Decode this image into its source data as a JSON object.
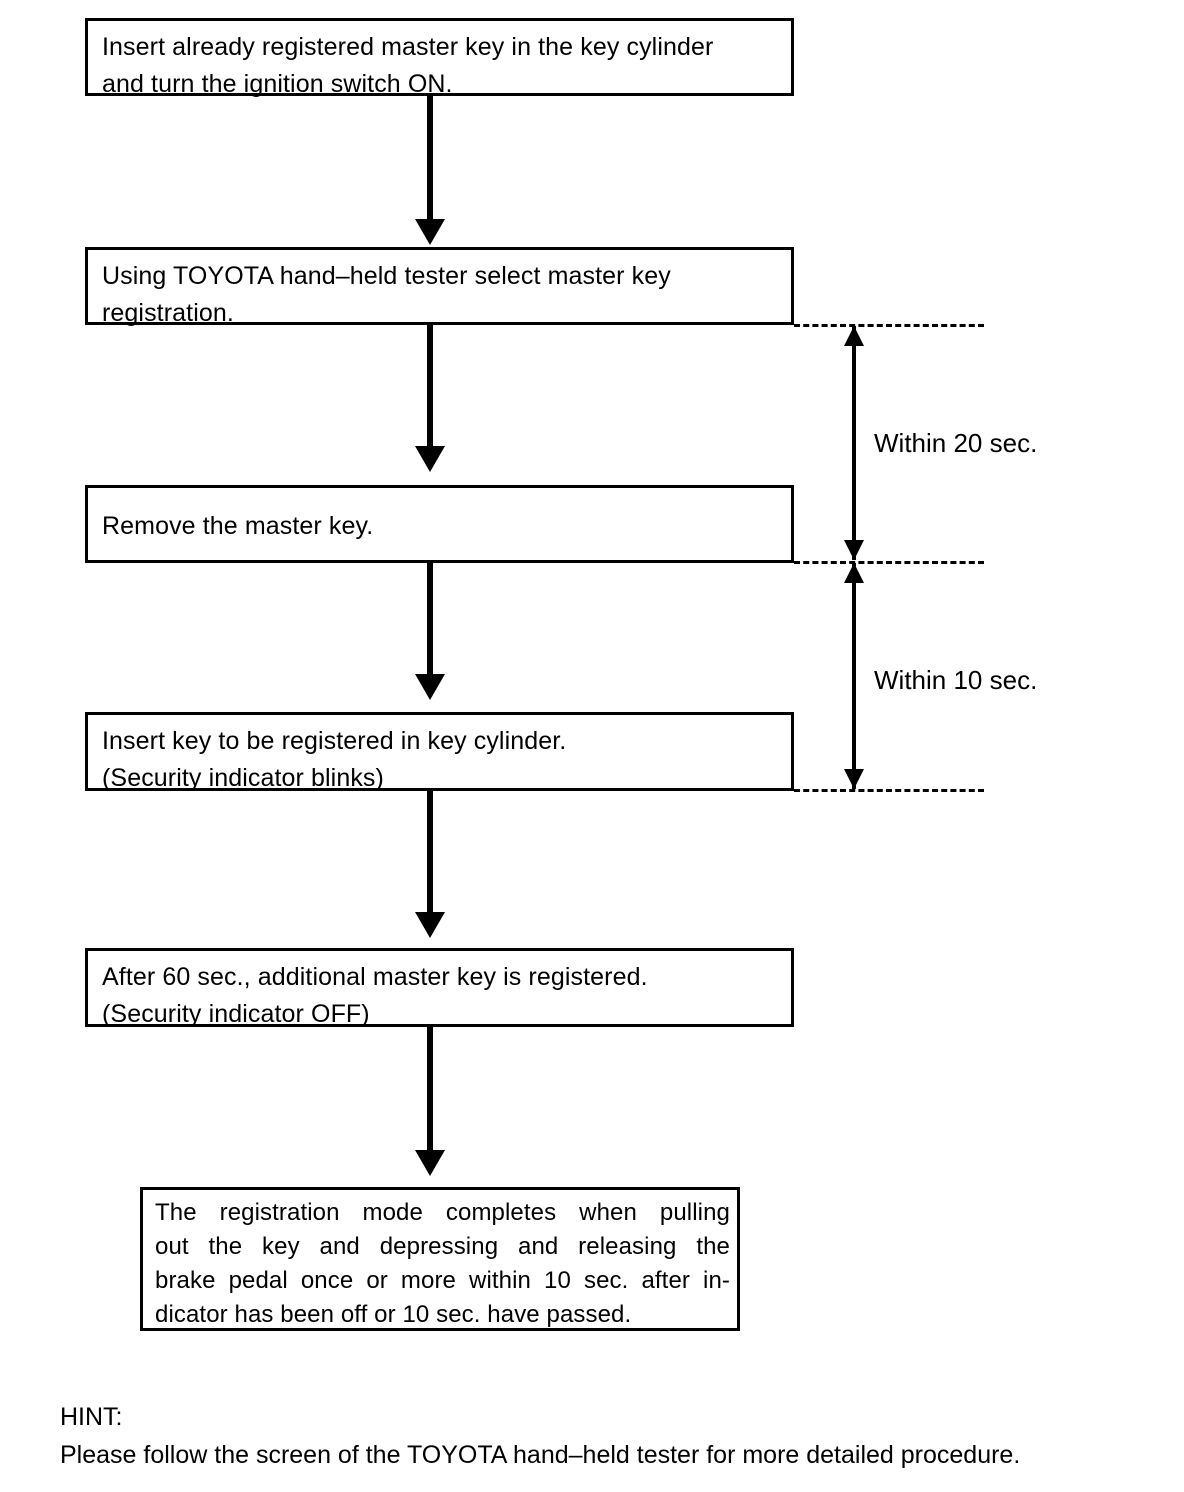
{
  "diagram": {
    "type": "flowchart",
    "title": "Master key registration procedure",
    "steps": [
      {
        "id": "step-1",
        "lines": [
          "Insert already registered master key in the key cylinder",
          "and turn the ignition switch ON."
        ]
      },
      {
        "id": "step-2",
        "lines": [
          "Using TOYOTA hand–held tester select master key",
          "registration."
        ]
      },
      {
        "id": "step-3",
        "lines": [
          "Remove the master key."
        ]
      },
      {
        "id": "step-4",
        "lines": [
          "Insert key to be registered in key cylinder.",
          "(Security indicator blinks)"
        ]
      },
      {
        "id": "step-5",
        "lines": [
          "After 60 sec., additional master key is registered.",
          "(Security indicator OFF)"
        ]
      },
      {
        "id": "step-6",
        "lines": [
          "The registration mode completes when pulling",
          "out the key and depressing and releasing the",
          "brake pedal once or more within 10 sec. after in-",
          "dicator has been off or 10 sec. have passed."
        ]
      }
    ],
    "timing_callouts": [
      {
        "id": "timing-1",
        "label": "Within 20 sec.",
        "from_step": "step-2",
        "to_step": "step-3"
      },
      {
        "id": "timing-2",
        "label": "Within 10 sec.",
        "from_step": "step-3",
        "to_step": "step-4"
      }
    ]
  },
  "hint": {
    "heading": "HINT:",
    "text": "Please follow the screen of the TOYOTA hand–held tester for more detailed procedure."
  },
  "colors": {
    "ink": "#000000",
    "paper": "#ffffff"
  }
}
